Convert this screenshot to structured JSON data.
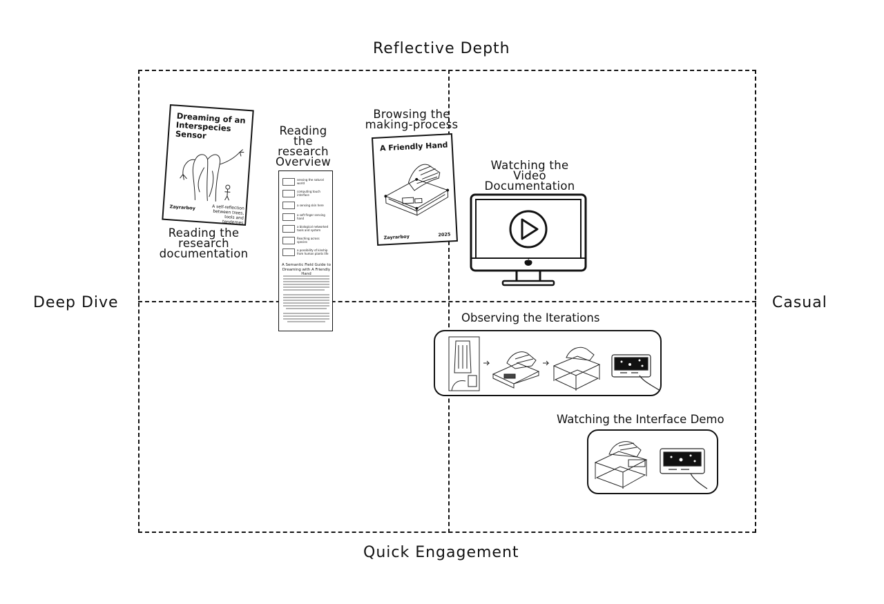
{
  "axes": {
    "top": "Reflective Depth",
    "bottom": "Quick Engagement",
    "left": "Deep Dive",
    "right": "Casual"
  },
  "items": {
    "documentation": {
      "caption": "Reading the research documentation",
      "cover_title": "Dreaming of an Interspecies Sensor",
      "author": "Zayrarboy",
      "subtitle": "A self-reflection between trees, tools and tendernes"
    },
    "overview": {
      "caption": "Reading the research Overview",
      "doc_title": "A Semantic Field Guide to Dreaming with A Friendly Hand",
      "rows": [
        "sensing the natural world",
        "computing touch interface",
        "a sensing skin here",
        "a soft finger sensing hand",
        "a biological networked tools and system",
        "Reaching across species",
        "a possibility of kinship from human plants life"
      ]
    },
    "making": {
      "caption": "Browsing the making-process",
      "cover_title": "A Friendly Hand",
      "author": "Zayrarboy",
      "year": "2025"
    },
    "video": {
      "caption": "Watching the Video Documentation"
    },
    "iterations": {
      "caption": "Observing the Iterations"
    },
    "interface": {
      "caption": "Watching the Interface Demo"
    }
  }
}
